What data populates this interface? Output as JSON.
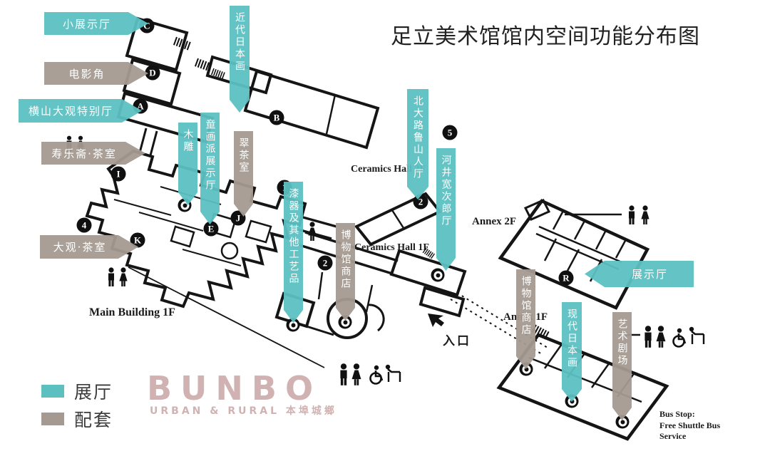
{
  "title": "足立美术馆馆内空间功能分布图",
  "legend": {
    "hall": "展厅",
    "support": "配套"
  },
  "colors": {
    "hall_teal": "#5cc0c1",
    "support_taupe": "#a59a91",
    "ink": "#151515",
    "logo_pink": "#d0b2b2"
  },
  "logo": {
    "name": "BUNBO",
    "tagline": "URBAN & RURAL 本埠城鄉"
  },
  "map_labels": {
    "main_building_1f": "Main Building 1F",
    "ceramics_hall_2f": "Ceramics Hall 2F",
    "ceramics_hall_1f": "Ceramics Hall 1F",
    "annex_2f": "Annex 2F",
    "annex_1f": "Annex 1F",
    "entrance": "入口",
    "bus_stop_line1": "Bus Stop:",
    "bus_stop_line2": "Free Shuttle Bus",
    "bus_stop_line3": "Service"
  },
  "pointers": [
    {
      "text": "小展示厅",
      "category": "hall"
    },
    {
      "text": "电影角",
      "category": "support"
    },
    {
      "text": "横山大观特别厅",
      "category": "hall"
    },
    {
      "text": "寿乐斋·茶室",
      "category": "support"
    },
    {
      "text": "大观·茶室",
      "category": "support"
    },
    {
      "text": "近代日本画",
      "category": "hall"
    },
    {
      "text": "木雕",
      "category": "hall"
    },
    {
      "text": "童画派展示厅",
      "category": "hall"
    },
    {
      "text": "翠茶室",
      "category": "support"
    },
    {
      "text": "漆器及其他工艺品",
      "category": "hall"
    },
    {
      "text": "博物馆商店",
      "category": "support"
    },
    {
      "text": "北大路鲁山人厅",
      "category": "hall"
    },
    {
      "text": "河井宽次郎厅",
      "category": "hall"
    },
    {
      "text": "展示厅",
      "category": "hall"
    },
    {
      "text": "博物馆商店",
      "category": "support"
    },
    {
      "text": "现代日本画",
      "category": "hall"
    },
    {
      "text": "艺术剧场",
      "category": "support"
    }
  ],
  "markers": [
    {
      "label": "C"
    },
    {
      "label": "D"
    },
    {
      "label": "A"
    },
    {
      "label": "B"
    },
    {
      "label": "I"
    },
    {
      "label": "4"
    },
    {
      "label": "K"
    },
    {
      "label": "E"
    },
    {
      "label": "J"
    },
    {
      "label": "1"
    },
    {
      "label": "2"
    },
    {
      "label": "5"
    },
    {
      "label": "2"
    },
    {
      "label": "R"
    }
  ]
}
